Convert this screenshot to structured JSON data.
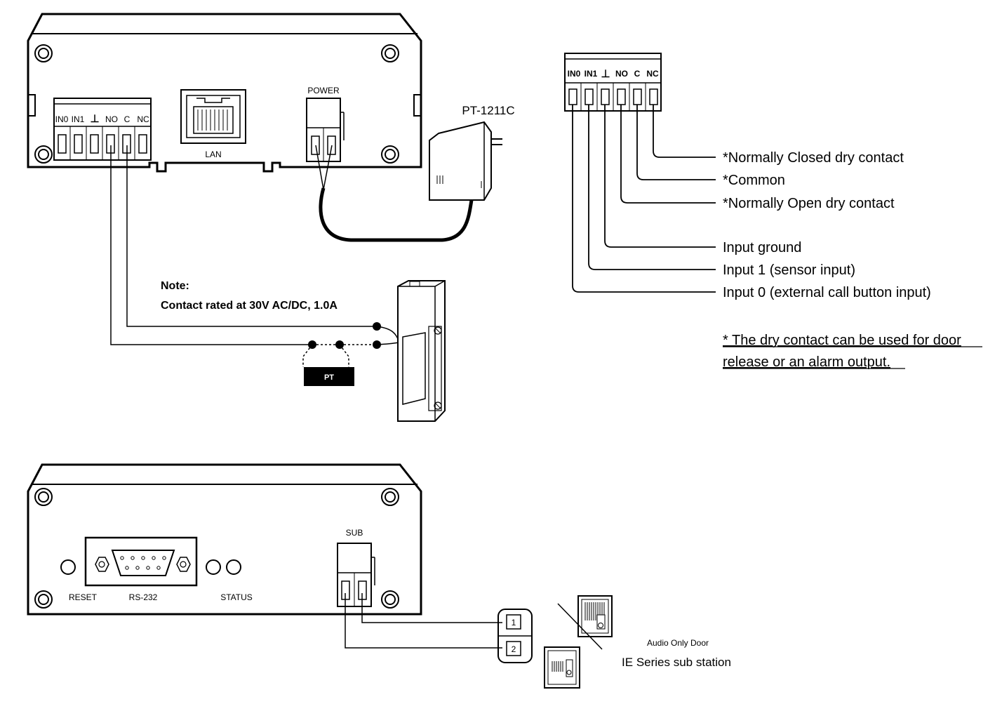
{
  "top_unit": {
    "terminal_labels": [
      "IN0",
      "IN1",
      "⊥",
      "NO",
      "C",
      "NC"
    ],
    "lan_label": "LAN",
    "power_label": "POWER"
  },
  "adapter": {
    "model": "PT-1211C"
  },
  "note": {
    "heading": "Note:",
    "text": "Contact rated at 30V AC/DC, 1.0A"
  },
  "pt_box": {
    "label": "PT"
  },
  "terminal_block_detail": {
    "labels": [
      "IN0",
      "IN1",
      "⊥",
      "NO",
      "C",
      "NC"
    ],
    "descriptions": [
      "*Normally Closed dry contact",
      "*Common",
      "*Normally Open dry contact",
      "Input ground",
      "Input 1 (sensor input)",
      "Input 0 (external call button input)"
    ],
    "footnote_line1": "* The dry contact can be used for door",
    "footnote_line2": "release or an alarm output."
  },
  "bottom_unit": {
    "reset_label": "RESET",
    "rs232_label": "RS-232",
    "status_label": "STATUS",
    "sub_label": "SUB"
  },
  "sub_station": {
    "terminals": [
      "1",
      "2"
    ],
    "caption_small": "Audio Only Door",
    "caption": "IE Series sub station"
  },
  "colors": {
    "line": "#000000",
    "pt_box": "#000000",
    "background": "#ffffff"
  }
}
